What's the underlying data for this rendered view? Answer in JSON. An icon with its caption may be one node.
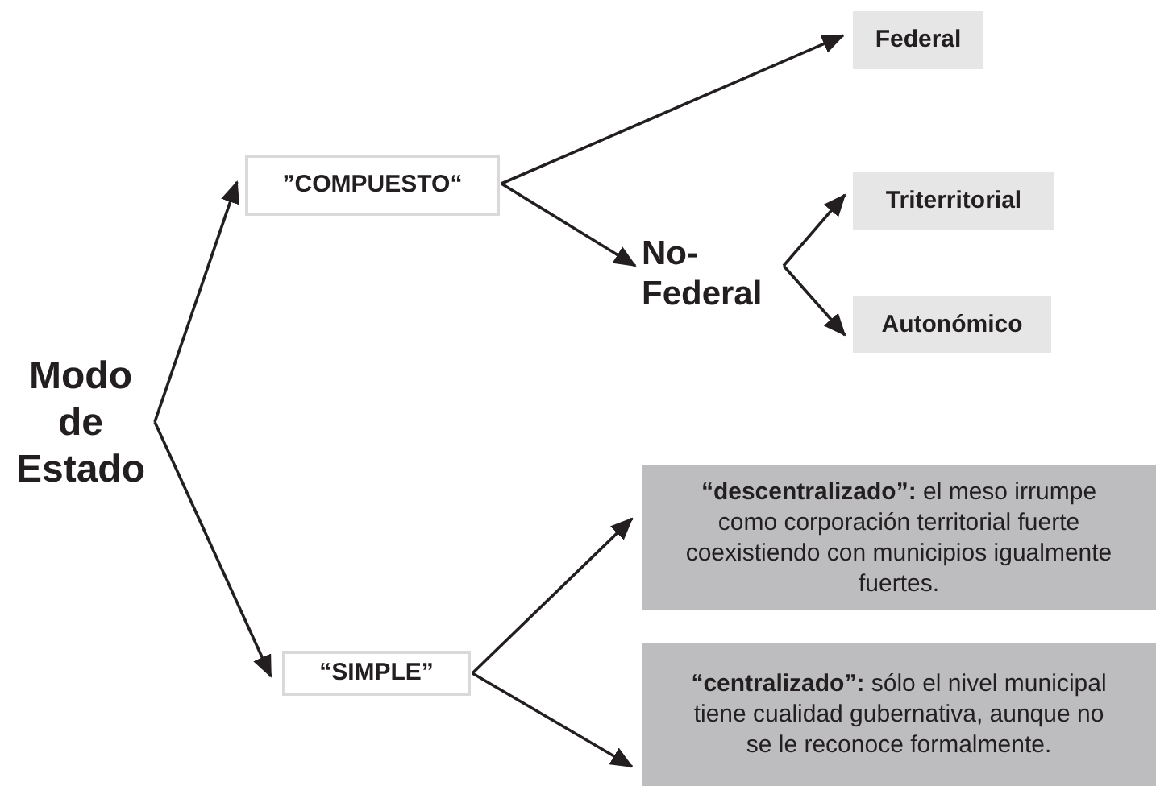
{
  "diagram": {
    "nodes": [
      {
        "text": [
          "Modo de Estado"
        ]
      },
      {
        "text": [
          "”COMPUESTO“"
        ]
      },
      {
        "text": [
          "Federal"
        ]
      },
      {
        "text": [
          "No- Federal"
        ]
      },
      {
        "text": [
          "Triterritorial"
        ]
      },
      {
        "text": [
          "Autonómico"
        ]
      },
      {
        "text": [
          "**“descentralizado”:** el meso irrumpe como corporación territorial fuerte coexistiendo con municipios igualmente fuertes."
        ]
      },
      {
        "text": [
          "“SIMPLE”"
        ]
      },
      {
        "text": [
          "**“centralizado”:** sólo el nivel municipal tiene cualidad gubernativa, aunque no se le reconoce formalmente."
        ]
      }
    ],
    "edges": [
      {
        "from": 0,
        "to": 1,
        "arrow": "to"
      },
      {
        "from": 0,
        "to": 7,
        "arrow": "to"
      },
      {
        "from": 1,
        "to": 2,
        "arrow": "to"
      },
      {
        "from": 1,
        "to": 3,
        "arrow": "to"
      },
      {
        "from": 3,
        "to": 4,
        "arrow": "to"
      },
      {
        "from": 3,
        "to": 5,
        "arrow": "to"
      },
      {
        "from": 7,
        "to": 6,
        "arrow": "to"
      },
      {
        "from": 7,
        "to": 8,
        "arrow": "to"
      }
    ]
  }
}
